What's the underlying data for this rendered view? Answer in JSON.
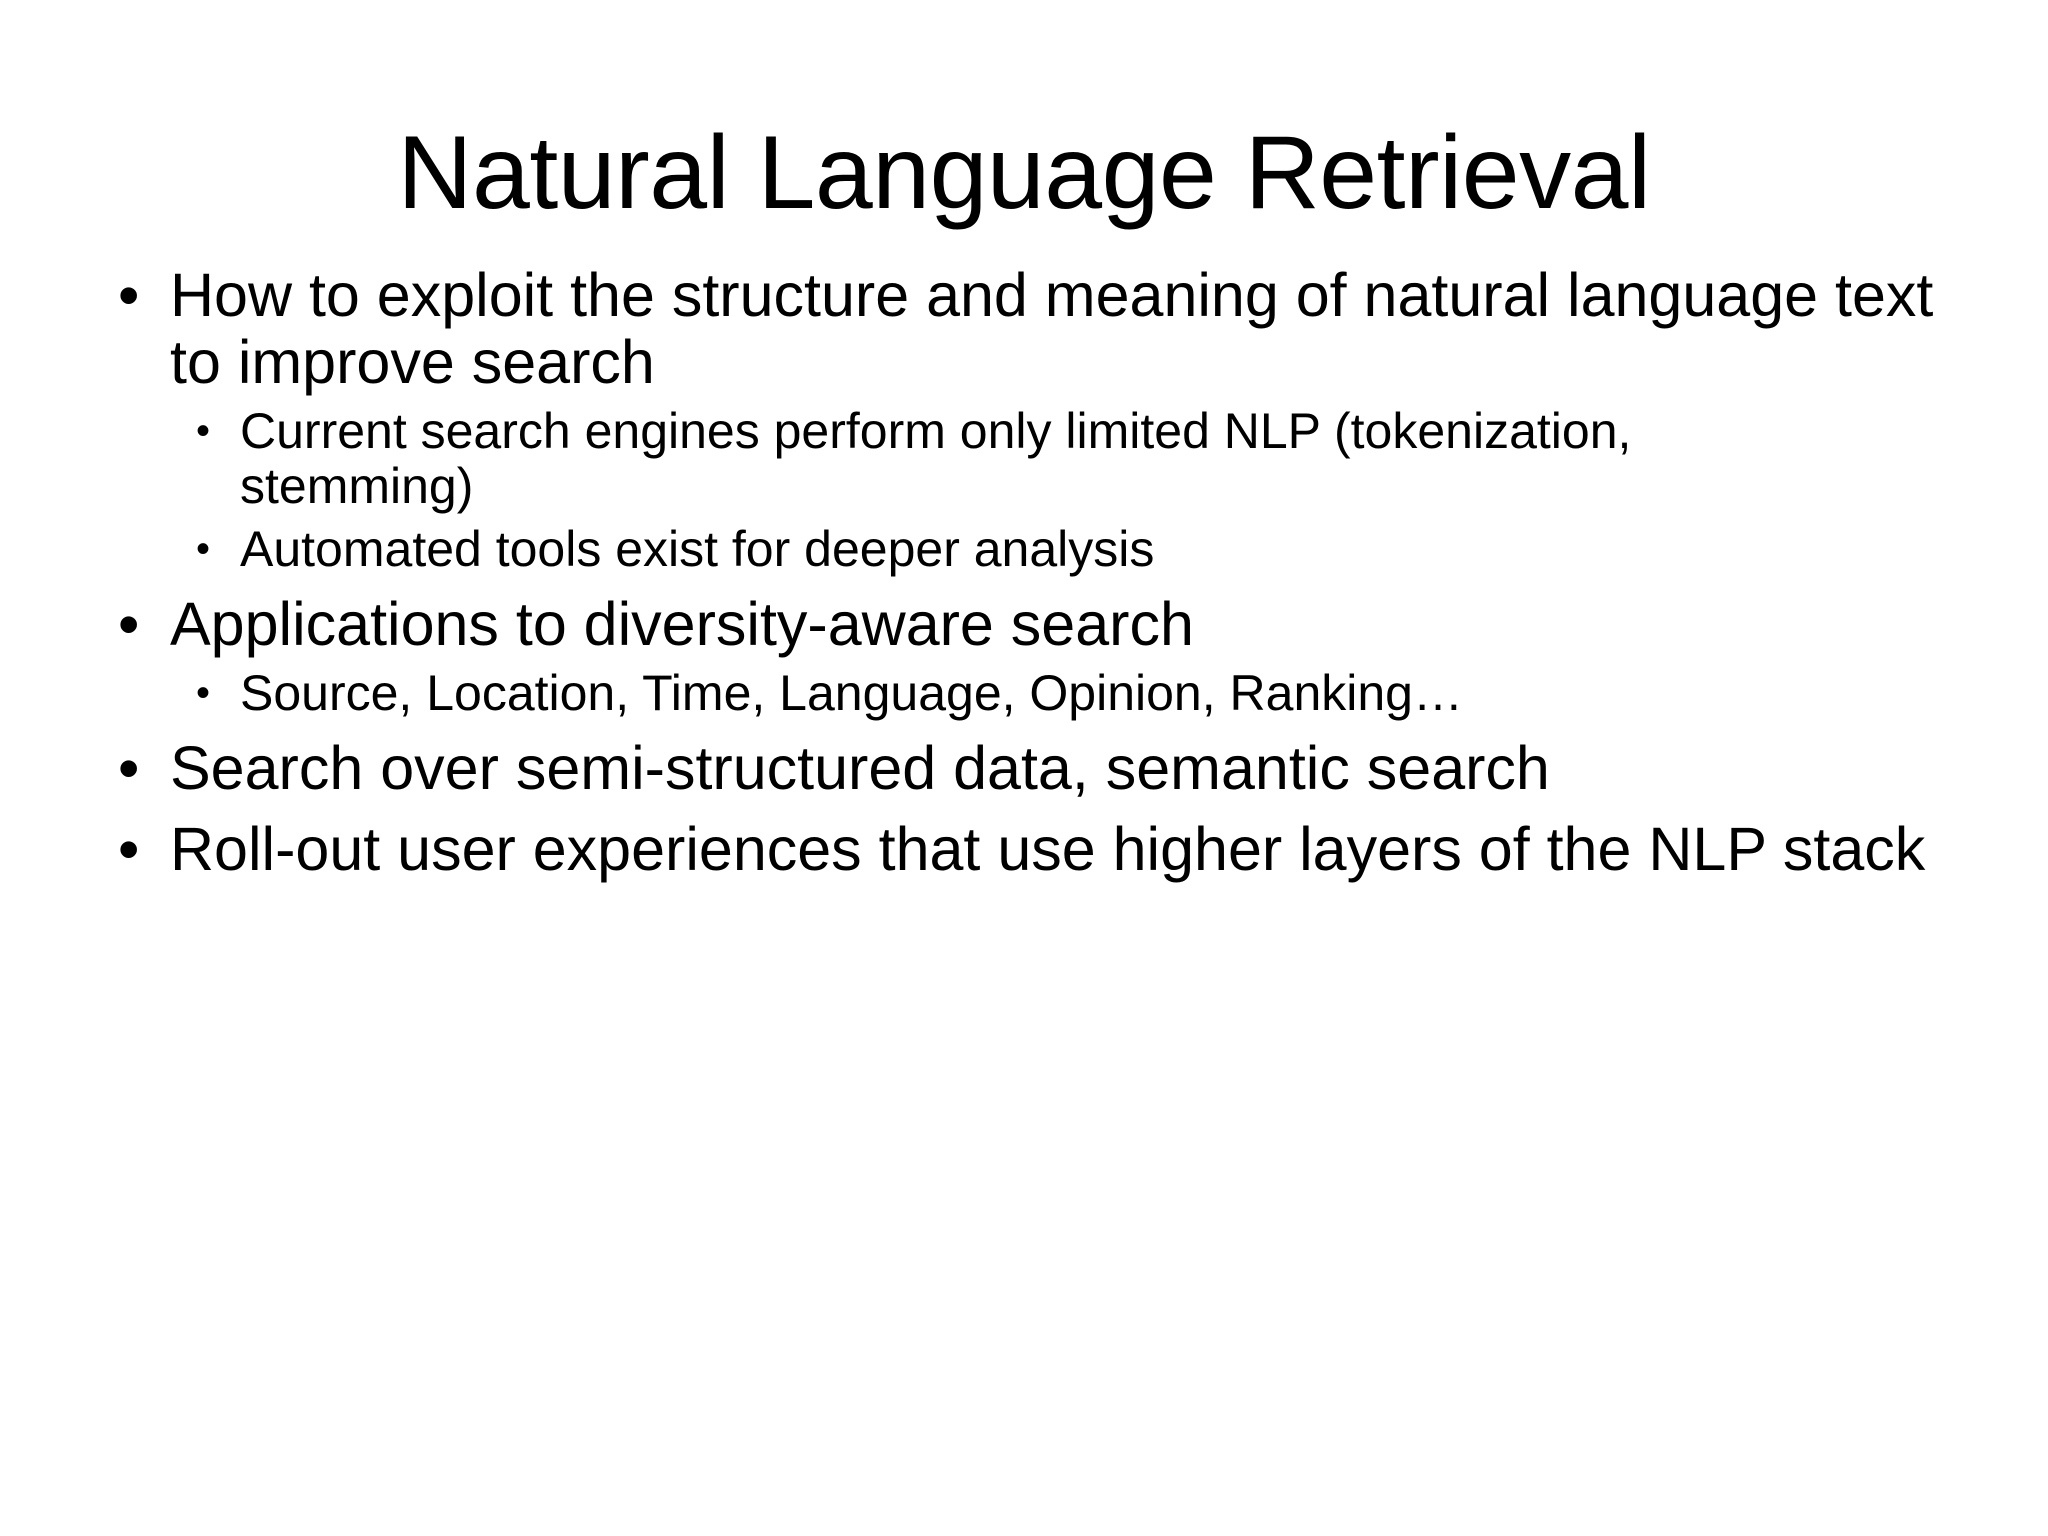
{
  "slide": {
    "title": "Natural Language Retrieval",
    "background_color": "#FFFFFF",
    "text_color": "#000000",
    "bullet_glyph": "•",
    "bullets": [
      {
        "level": 1,
        "text": "How to exploit the structure and meaning of natural language text to improve search"
      },
      {
        "level": 2,
        "text": "Current search engines perform only limited NLP (tokenization, stemming)"
      },
      {
        "level": 2,
        "text": "Automated tools exist for deeper analysis"
      },
      {
        "level": 1,
        "text": "Applications to diversity-aware search"
      },
      {
        "level": 2,
        "text": "Source, Location, Time, Language, Opinion, Ranking…"
      },
      {
        "level": 1,
        "text": "Search over semi-structured data, semantic search"
      },
      {
        "level": 1,
        "text": "Roll-out user experiences that use higher layers of the NLP stack"
      }
    ]
  }
}
